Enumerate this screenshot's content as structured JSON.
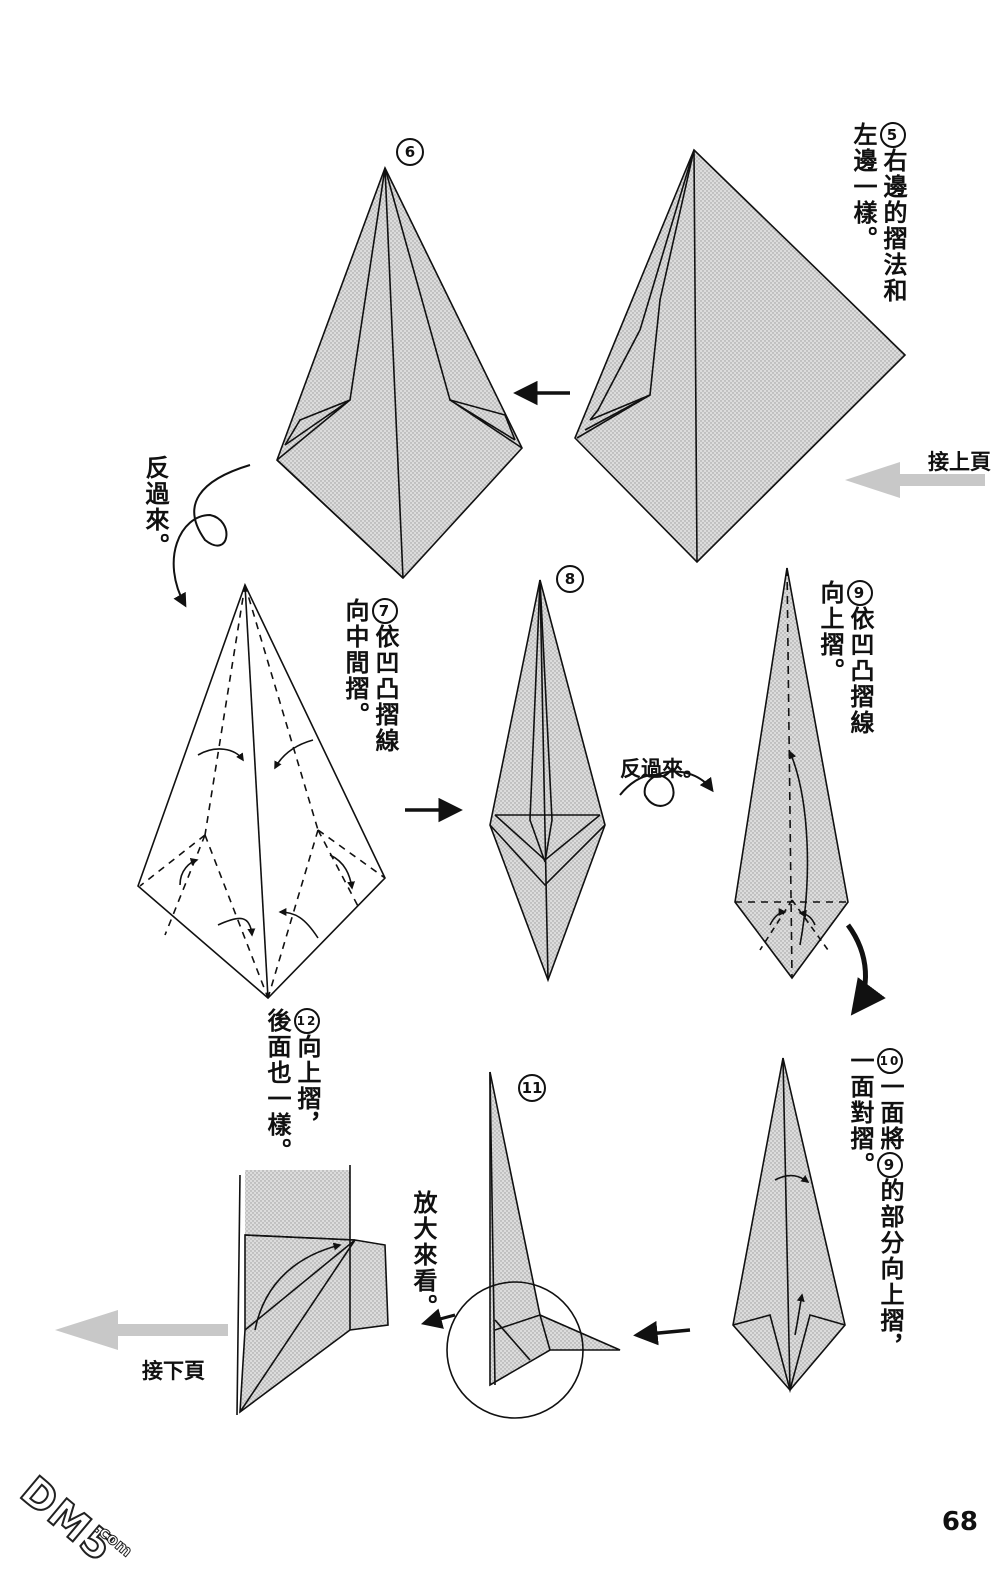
{
  "steps": {
    "s5": {
      "num": "5",
      "line1": "右邊的摺法和",
      "line2": "左邊一樣。"
    },
    "s6": {
      "num": "6"
    },
    "s7": {
      "num": "7",
      "line1": "依凹凸摺線",
      "line2": "向中間摺。"
    },
    "s8": {
      "num": "8"
    },
    "s9": {
      "num": "9",
      "line1": "依凹凸摺線",
      "line2": "向上摺。"
    },
    "s10": {
      "num": "10",
      "line1a": "一面將",
      "ref": "9",
      "line1b": "的部分向上摺，",
      "line2": "一面對摺。"
    },
    "s11": {
      "num": "11"
    },
    "s12": {
      "num": "12",
      "line1": "向上摺，",
      "line2": "後面也一樣。"
    }
  },
  "labels": {
    "continue_prev": "接上頁",
    "continue_next": "接下頁",
    "flip_over": "反過來。",
    "flip_over_2": "反過來。",
    "zoom": "放大來看。"
  },
  "page_number": "68",
  "watermark": {
    "main": "DM5",
    "sub": ".com"
  },
  "colors": {
    "paper_fill": "#d6d6d6",
    "line": "#111111",
    "arrow_gray": "#c8c8c8"
  }
}
